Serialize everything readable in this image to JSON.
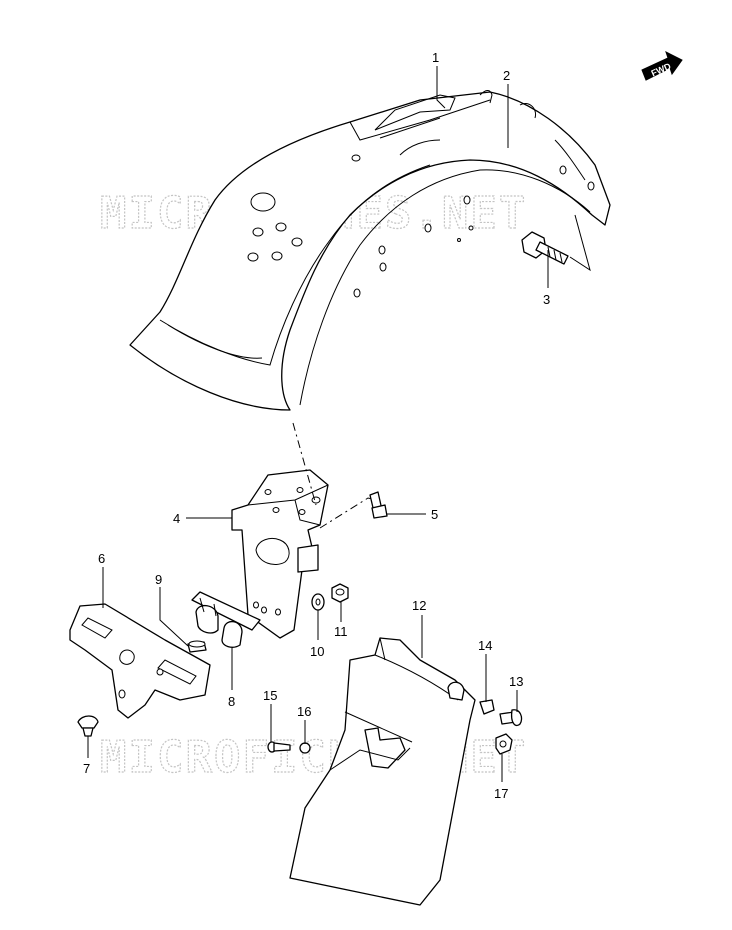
{
  "watermark": {
    "top": "MICROFICHES.NET",
    "bottom": "MICROFICHES.NET"
  },
  "direction_badge": {
    "label": "FWD"
  },
  "callouts": [
    {
      "id": "1",
      "label": "1"
    },
    {
      "id": "2",
      "label": "2"
    },
    {
      "id": "3",
      "label": "3"
    },
    {
      "id": "4",
      "label": "4"
    },
    {
      "id": "5",
      "label": "5"
    },
    {
      "id": "6",
      "label": "6"
    },
    {
      "id": "7",
      "label": "7"
    },
    {
      "id": "8",
      "label": "8"
    },
    {
      "id": "9",
      "label": "9"
    },
    {
      "id": "10",
      "label": "10"
    },
    {
      "id": "11",
      "label": "11"
    },
    {
      "id": "12",
      "label": "12"
    },
    {
      "id": "13",
      "label": "13"
    },
    {
      "id": "14",
      "label": "14"
    },
    {
      "id": "15",
      "label": "15"
    },
    {
      "id": "16",
      "label": "16"
    },
    {
      "id": "17",
      "label": "17"
    }
  ]
}
